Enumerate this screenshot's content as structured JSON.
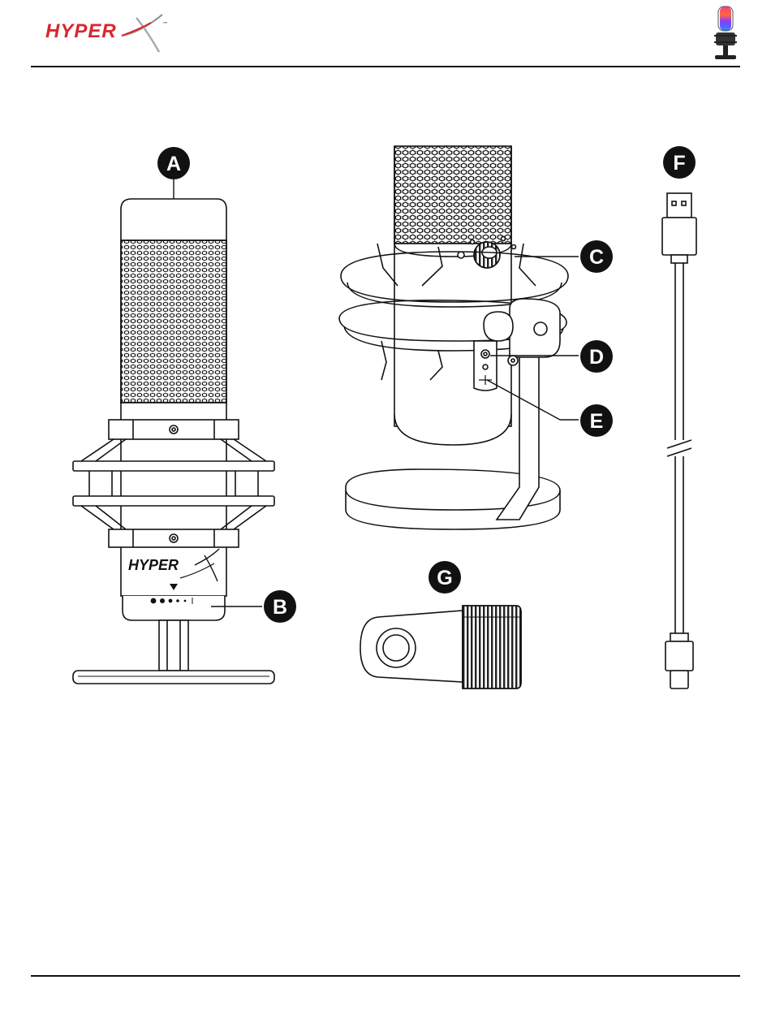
{
  "header": {
    "brand": "HYPER",
    "trademark": "™"
  },
  "colors": {
    "brand_red": "#d9262e",
    "ink": "#111111",
    "line": "#1a1a1a",
    "callout_fill": "#111111",
    "callout_text": "#ffffff",
    "product_gradient": [
      "#ff3a3a",
      "#ff8a1a",
      "#ffe033",
      "#4ad15a",
      "#2a86ff",
      "#8a3aff"
    ]
  },
  "callouts": [
    {
      "id": "A",
      "label": "A"
    },
    {
      "id": "B",
      "label": "B"
    },
    {
      "id": "C",
      "label": "C"
    },
    {
      "id": "D",
      "label": "D"
    },
    {
      "id": "E",
      "label": "E"
    },
    {
      "id": "F",
      "label": "F"
    },
    {
      "id": "G",
      "label": "G"
    }
  ],
  "microphone_front": {
    "logo": "HYPER",
    "logo_trademark": "™"
  }
}
